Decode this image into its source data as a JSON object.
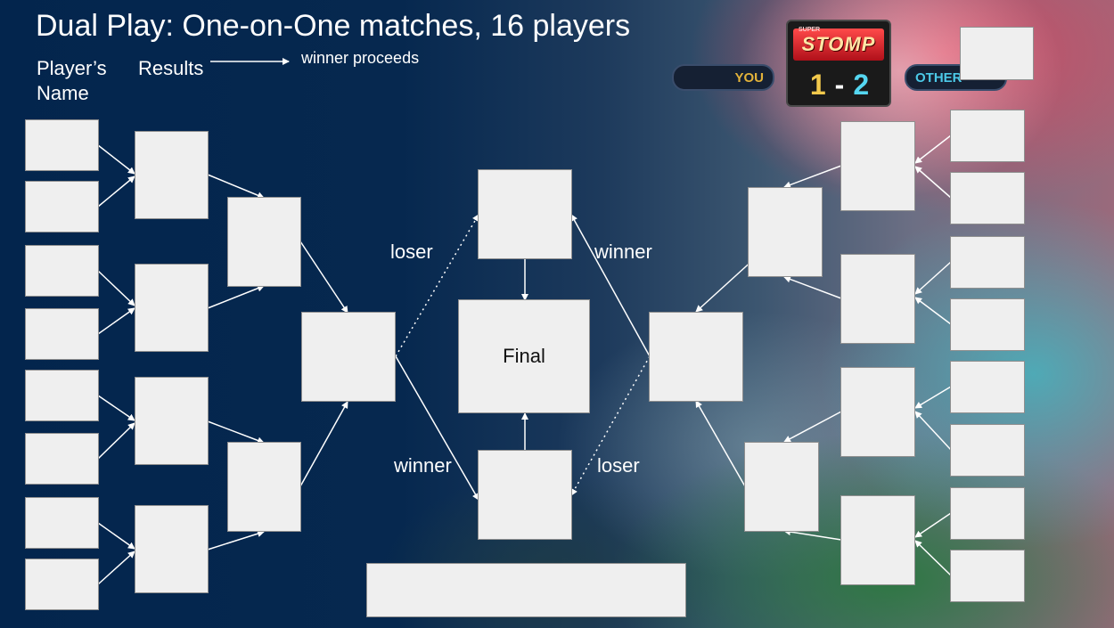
{
  "title": "Dual Play: One-on-One matches, 16 players",
  "legend": {
    "player_name_label": "Player’s Name",
    "results_label": "Results",
    "proceeds_label": "winner proceeds"
  },
  "bracket": {
    "final_label": "Final",
    "loser_top": "loser",
    "winner_top": "winner",
    "winner_bottom": "winner",
    "loser_bottom": "loser"
  },
  "hud": {
    "you_label": "YOU",
    "other_label": "OTHER",
    "score_you": "1",
    "score_separator": "-",
    "score_other": "2",
    "logo_small": "SUPER",
    "logo_text": "STOMP"
  }
}
